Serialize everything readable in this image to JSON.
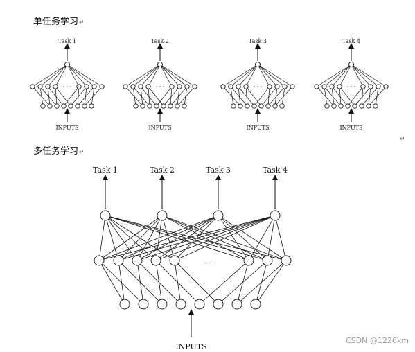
{
  "headings": {
    "single_task": "单任务学习",
    "multi_task": "多任务学习",
    "paragraph_mark": "↵"
  },
  "single_task_networks": [
    {
      "task_label": "Task 1",
      "input_label": "INPUTS"
    },
    {
      "task_label": "Task 2",
      "input_label": "INPUTS"
    },
    {
      "task_label": "Task 3",
      "input_label": "INPUTS"
    },
    {
      "task_label": "Task 4",
      "input_label": "INPUTS"
    }
  ],
  "multi_task_network": {
    "task_labels": [
      "Task 1",
      "Task 2",
      "Task 3",
      "Task 4"
    ],
    "hidden_gap_text": ". . .",
    "input_label": "INPUTS"
  },
  "watermark": "CSDN @1226km",
  "colors": {
    "line": "#111111",
    "text": "#111111",
    "watermark": "#9a9a9a"
  }
}
